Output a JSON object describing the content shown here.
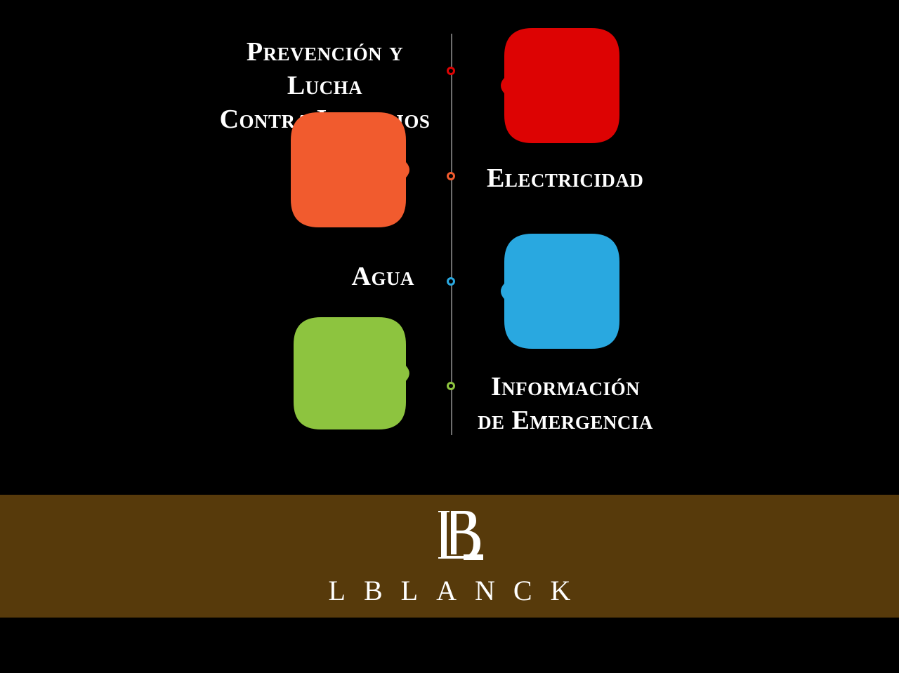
{
  "topics": [
    {
      "label_line1": "Prevención y Lucha",
      "label_line2": "Contra Incendios",
      "color": "#dd0303",
      "side": "right"
    },
    {
      "label_line1": "Electricidad",
      "label_line2": "",
      "color": "#f15b2e",
      "side": "left"
    },
    {
      "label_line1": "Agua",
      "label_line2": "",
      "color": "#29a8e0",
      "side": "right"
    },
    {
      "label_line1": "Información",
      "label_line2": "de Emergencia",
      "color": "#8dc43f",
      "side": "left"
    }
  ],
  "footer": {
    "band_color": "#573a0b",
    "brand_name": "LBLANCK",
    "logo_monogram": "LB"
  }
}
